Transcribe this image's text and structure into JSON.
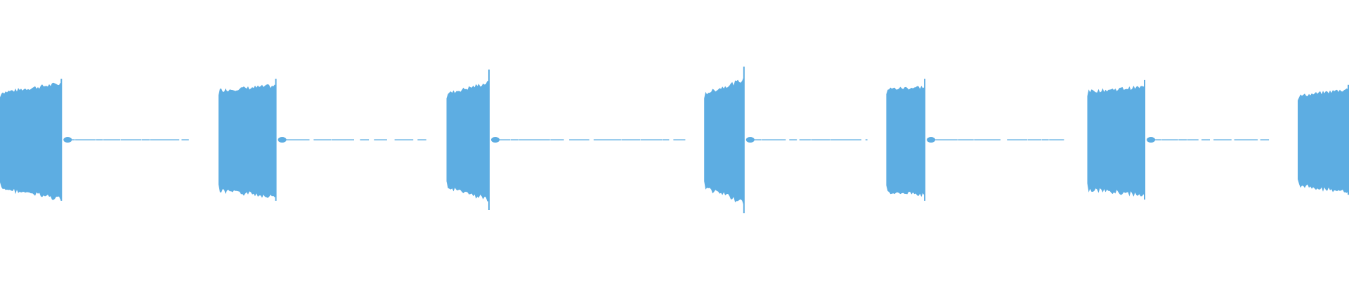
{
  "waveform": {
    "color": "#5dade2",
    "background": "#ffffff",
    "bursts_count": 7,
    "segments": [
      {
        "kind": "burst",
        "start": 0.0,
        "end": 0.046,
        "amp_start": 0.82,
        "amp_end": 0.98,
        "peak": 1.0
      },
      {
        "kind": "tail",
        "start": 0.046,
        "end": 0.14
      },
      {
        "kind": "burst",
        "start": 0.162,
        "end": 0.205,
        "amp_start": 0.86,
        "amp_end": 0.94,
        "peak": 1.0
      },
      {
        "kind": "tail",
        "start": 0.205,
        "end": 0.316
      },
      {
        "kind": "burst",
        "start": 0.331,
        "end": 0.363,
        "amp_start": 0.8,
        "amp_end": 1.0,
        "peak": 1.15
      },
      {
        "kind": "tail",
        "start": 0.363,
        "end": 0.508
      },
      {
        "kind": "burst",
        "start": 0.522,
        "end": 0.552,
        "amp_start": 0.8,
        "amp_end": 1.05,
        "peak": 1.2
      },
      {
        "kind": "tail",
        "start": 0.552,
        "end": 0.643
      },
      {
        "kind": "burst",
        "start": 0.657,
        "end": 0.686,
        "amp_start": 0.88,
        "amp_end": 0.92,
        "peak": 1.0
      },
      {
        "kind": "tail",
        "start": 0.686,
        "end": 0.789
      },
      {
        "kind": "burst",
        "start": 0.806,
        "end": 0.849,
        "amp_start": 0.84,
        "amp_end": 0.92,
        "peak": 0.98
      },
      {
        "kind": "tail",
        "start": 0.849,
        "end": 0.941
      },
      {
        "kind": "burst",
        "start": 0.962,
        "end": 1.0,
        "amp_start": 0.76,
        "amp_end": 0.88,
        "peak": 0.9
      }
    ]
  }
}
